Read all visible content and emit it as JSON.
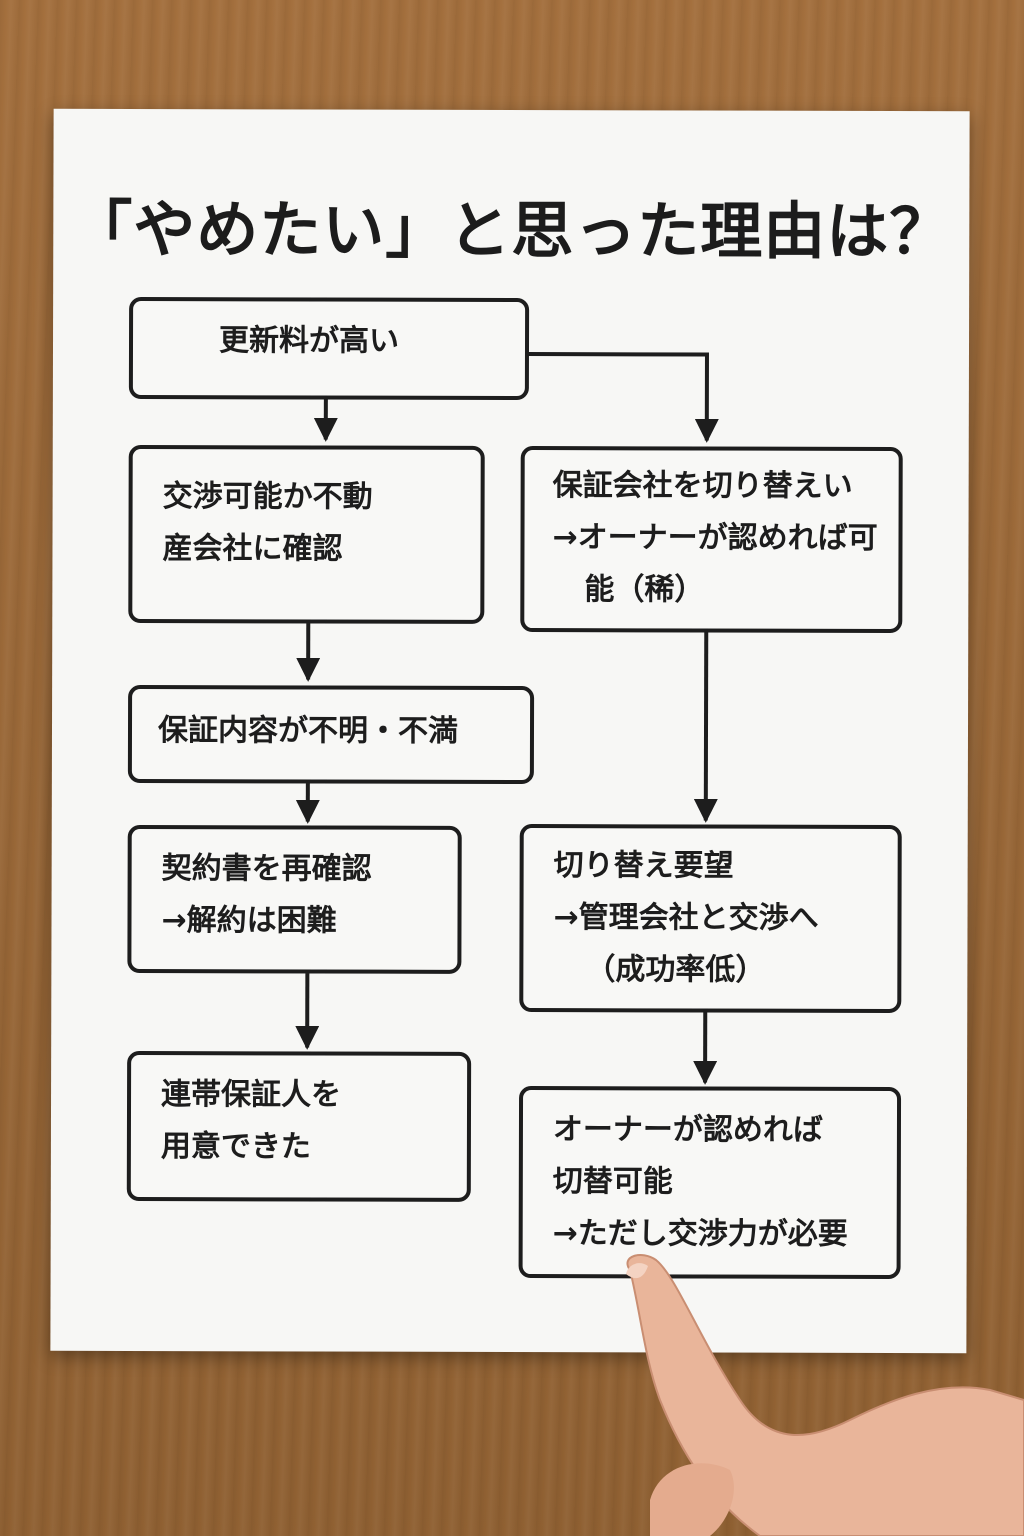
{
  "title": "「やめたい」と思った理由は？",
  "boxes": {
    "renewal_fee": [
      "更新料が高い"
    ],
    "negotiate": [
      "交渉可能か不動",
      "産会社に確認"
    ],
    "switch_guarantor": [
      "保証会社を切り替えい",
      "→オーナーが認めれば可",
      "能（稀）"
    ],
    "guarantee_unclear": [
      "保証内容が不明・不満"
    ],
    "contract_review": [
      "契約書を再確認",
      "→解約は困難"
    ],
    "switch_request": [
      "切り替え要望",
      "→管理会社と交渉へ",
      "（成功率低）"
    ],
    "joint_guarantor": [
      "連帯保証人を",
      "用意できた"
    ],
    "owner_approval": [
      "オーナーが認めれば",
      "切替可能",
      "→ただし交渉力が必要"
    ]
  },
  "colors": {
    "desk": "#9a6a3c",
    "paper": "#f7f7f5",
    "ink": "#1d1d1d",
    "skin": "#e9b59a"
  }
}
